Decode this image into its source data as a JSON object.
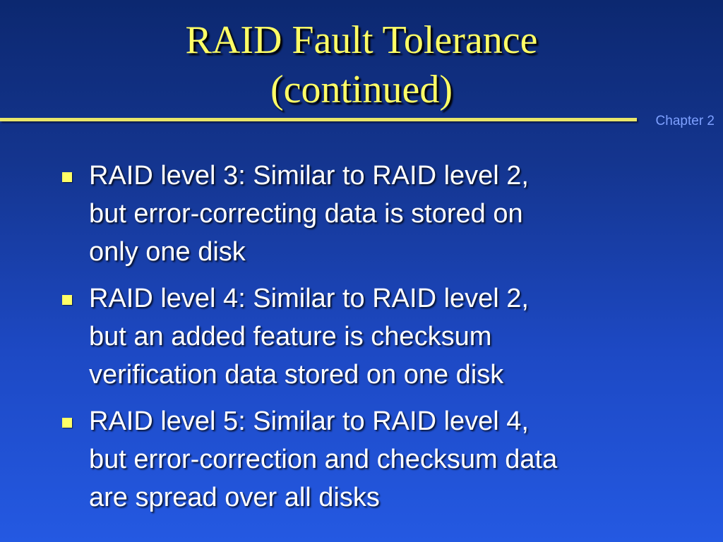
{
  "slide": {
    "title_lines": [
      "RAID Fault Tolerance",
      "(continued)"
    ],
    "chapter_label": "Chapter 2",
    "bullets": [
      {
        "lines": [
          "RAID level 3: Similar to RAID level 2,",
          "but error-correcting data is stored on",
          "only one disk"
        ]
      },
      {
        "lines": [
          "RAID level 4: Similar to RAID level 2,",
          "but an added feature is checksum",
          "verification data stored on one disk"
        ]
      },
      {
        "lines": [
          "RAID level 5: Similar to RAID level 4,",
          "but error-correction and checksum data",
          "are spread over all disks"
        ]
      }
    ]
  },
  "colors": {
    "title": "#ffff66",
    "rule": "#e9e66a",
    "chapter": "#7ea0ff",
    "bullet_marker": "#ffff66",
    "body_text": "#ffffff"
  }
}
